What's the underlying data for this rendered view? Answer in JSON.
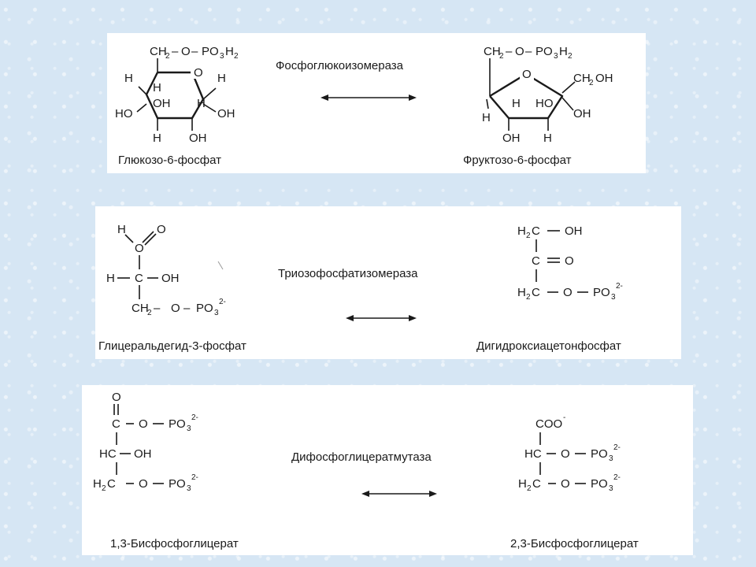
{
  "reactions": [
    {
      "enzyme": "Фосфоглюкоизомераза",
      "substrate": "Глюкозо-6-фосфат",
      "product": "Фруктозо-6-фосфат",
      "arrow": "reversible"
    },
    {
      "enzyme": "Триозофосфатизомераза",
      "substrate": "Глицеральдегид-3-фосфат",
      "product": "Дигидроксиацетонфосфат",
      "arrow": "reversible"
    },
    {
      "enzyme": "Дифосфоглицератмутаза",
      "substrate": "1,3-Бисфосфоглицерат",
      "product": "2,3-Бисфосфоглицерат",
      "arrow": "reversible"
    }
  ],
  "atoms": {
    "H": "H",
    "O": "O",
    "OH": "OH",
    "HO": "HO",
    "C": "C",
    "CH2": "CH",
    "H2": "H",
    "HC": "HC",
    "PO3": "PO",
    "two": "2",
    "three": "3",
    "charge": "2-",
    "minus": "-",
    "CH2OH": "CH",
    "OH_tail": "OH",
    "COO": "COO",
    "dash": "–"
  }
}
